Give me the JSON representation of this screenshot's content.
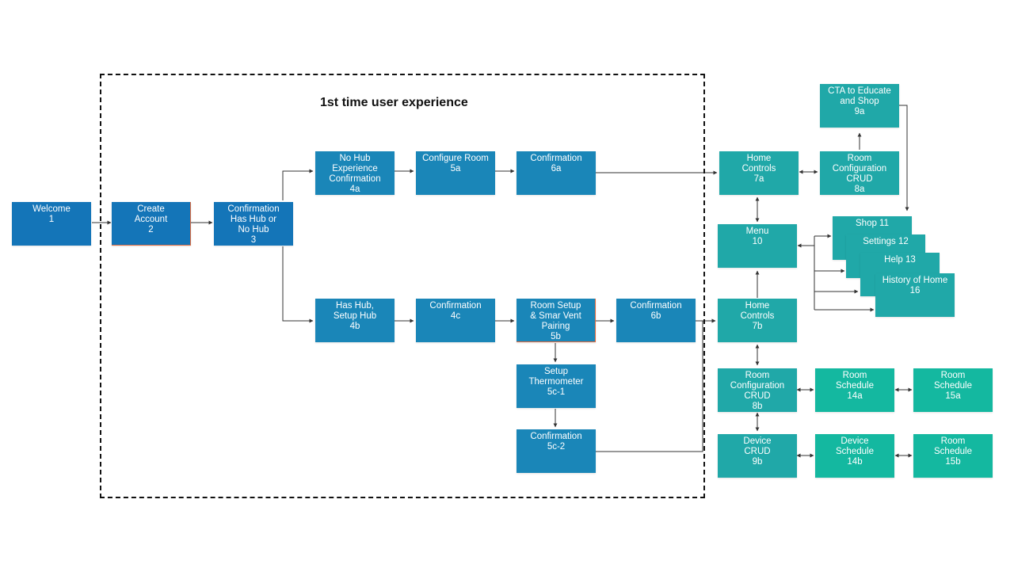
{
  "frame_title": "1st time user experience",
  "nodes": {
    "n1": {
      "lines": [
        "Welcome",
        "1"
      ]
    },
    "n2": {
      "lines": [
        "Create",
        "Account",
        "2"
      ]
    },
    "n3": {
      "lines": [
        "Confirmation",
        "Has Hub or",
        "No Hub",
        "3"
      ]
    },
    "n4a": {
      "lines": [
        "No Hub",
        "Experience",
        "Confirmation",
        "4a"
      ]
    },
    "n5a": {
      "lines": [
        "Configure Room",
        "5a"
      ]
    },
    "n6a": {
      "lines": [
        "Confirmation",
        "6a"
      ]
    },
    "n4b": {
      "lines": [
        "Has Hub,",
        "Setup Hub",
        "4b"
      ]
    },
    "n4c": {
      "lines": [
        "Confirmation",
        "4c"
      ]
    },
    "n5b": {
      "lines": [
        "Room Setup",
        "& Smar Vent",
        "Pairing",
        "5b"
      ]
    },
    "n6b": {
      "lines": [
        "Confirmation",
        "6b"
      ]
    },
    "n5c1": {
      "lines": [
        "Setup",
        "Thermometer",
        "5c-1"
      ]
    },
    "n5c2": {
      "lines": [
        "Confirmation",
        "5c-2"
      ]
    },
    "n7a": {
      "lines": [
        "Home",
        "Controls",
        "7a"
      ]
    },
    "n8a": {
      "lines": [
        "Room",
        "Configuration",
        "CRUD",
        "8a"
      ]
    },
    "n9a": {
      "lines": [
        "CTA to Educate",
        "and Shop",
        "9a"
      ]
    },
    "n10": {
      "lines": [
        "Menu",
        "10"
      ]
    },
    "n11": {
      "lines": [
        "Shop 11"
      ]
    },
    "n12": {
      "lines": [
        "Settings 12"
      ]
    },
    "n13": {
      "lines": [
        "Help 13"
      ]
    },
    "n16": {
      "lines": [
        "History of Home",
        "16"
      ]
    },
    "n7b": {
      "lines": [
        "Home",
        "Controls",
        "7b"
      ]
    },
    "n8b": {
      "lines": [
        "Room",
        "Configuration",
        "CRUD",
        "8b"
      ]
    },
    "n14a": {
      "lines": [
        "Room",
        "Schedule",
        "14a"
      ]
    },
    "n15a": {
      "lines": [
        "Room",
        "Schedule",
        "15a"
      ]
    },
    "n9b": {
      "lines": [
        "Device",
        "CRUD",
        "9b"
      ]
    },
    "n14b": {
      "lines": [
        "Device",
        "Schedule",
        "14b"
      ]
    },
    "n15b": {
      "lines": [
        "Room",
        "Schedule",
        "15b"
      ]
    }
  },
  "colors": {
    "blue": "#1a86b8",
    "deep_blue": "#1475b8",
    "teal": "#20a8a8",
    "green_teal": "#14b8a0",
    "border_accent": "#e06a3f"
  }
}
